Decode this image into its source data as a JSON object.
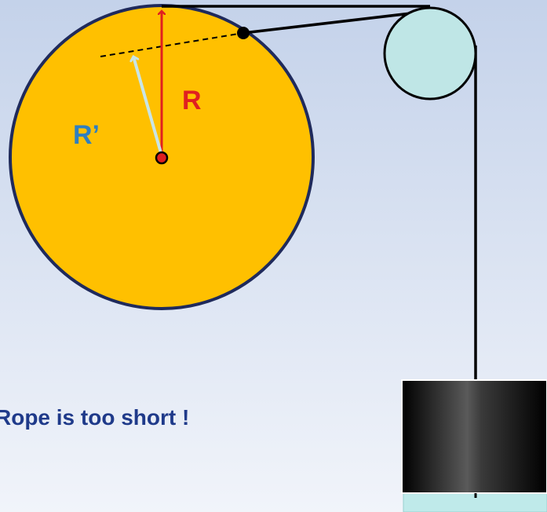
{
  "labels": {
    "r": "R",
    "r_prime": "R’",
    "caption": "Rope is too short !"
  },
  "colors": {
    "background_top": "#c4d2ea",
    "background_bottom": "#f1f4fa",
    "disk_fill": "#ffc000",
    "disk_stroke": "#1f2a5c",
    "pulley_fill": "#bfe6e6",
    "rope": "#000000",
    "radius_arrow": "#e02020",
    "radius_prime_arrow": "#c9e5e5",
    "label_r": "#e02020",
    "label_r_prime": "#2f7fc0",
    "caption": "#1f3a8a",
    "base_plate": "#bfeaea"
  }
}
